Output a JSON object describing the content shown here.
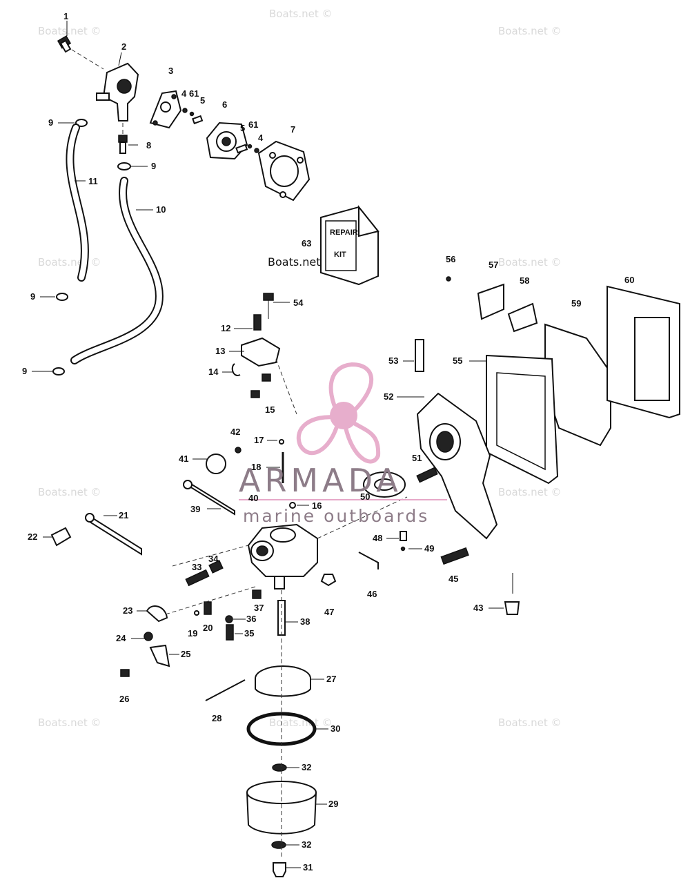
{
  "watermark_text": "Boats.net ©",
  "logo": {
    "brand": "ARMADA",
    "tagline": "marine outboards",
    "color": "#e6a8c8",
    "text_color": "#8d7c88"
  },
  "repair_kit": {
    "line1": "REPAIR",
    "line2": "KIT",
    "overlay": "Boats.net"
  },
  "callouts": [
    {
      "id": "1",
      "label": "1"
    },
    {
      "id": "2",
      "label": "2"
    },
    {
      "id": "3",
      "label": "3"
    },
    {
      "id": "4a",
      "label": "4"
    },
    {
      "id": "61a",
      "label": "61"
    },
    {
      "id": "5a",
      "label": "5"
    },
    {
      "id": "6",
      "label": "6"
    },
    {
      "id": "5b",
      "label": "5"
    },
    {
      "id": "61b",
      "label": "61"
    },
    {
      "id": "4b",
      "label": "4"
    },
    {
      "id": "7",
      "label": "7"
    },
    {
      "id": "8",
      "label": "8"
    },
    {
      "id": "9a",
      "label": "9"
    },
    {
      "id": "9b",
      "label": "9"
    },
    {
      "id": "11",
      "label": "11"
    },
    {
      "id": "10",
      "label": "10"
    },
    {
      "id": "63",
      "label": "63"
    },
    {
      "id": "9c",
      "label": "9"
    },
    {
      "id": "56",
      "label": "56"
    },
    {
      "id": "57",
      "label": "57"
    },
    {
      "id": "58",
      "label": "58"
    },
    {
      "id": "59",
      "label": "59"
    },
    {
      "id": "60",
      "label": "60"
    },
    {
      "id": "54",
      "label": "54"
    },
    {
      "id": "12",
      "label": "12"
    },
    {
      "id": "9d",
      "label": "9"
    },
    {
      "id": "13",
      "label": "13"
    },
    {
      "id": "53",
      "label": "53"
    },
    {
      "id": "55",
      "label": "55"
    },
    {
      "id": "14",
      "label": "14"
    },
    {
      "id": "52",
      "label": "52"
    },
    {
      "id": "15",
      "label": "15"
    },
    {
      "id": "42",
      "label": "42"
    },
    {
      "id": "17",
      "label": "17"
    },
    {
      "id": "41",
      "label": "41"
    },
    {
      "id": "18",
      "label": "18"
    },
    {
      "id": "51",
      "label": "51"
    },
    {
      "id": "40",
      "label": "40"
    },
    {
      "id": "50",
      "label": "50"
    },
    {
      "id": "39",
      "label": "39"
    },
    {
      "id": "16",
      "label": "16"
    },
    {
      "id": "21",
      "label": "21"
    },
    {
      "id": "22",
      "label": "22"
    },
    {
      "id": "48",
      "label": "48"
    },
    {
      "id": "49",
      "label": "49"
    },
    {
      "id": "34",
      "label": "34"
    },
    {
      "id": "33",
      "label": "33"
    },
    {
      "id": "45",
      "label": "45"
    },
    {
      "id": "46",
      "label": "46"
    },
    {
      "id": "47",
      "label": "47"
    },
    {
      "id": "37",
      "label": "37"
    },
    {
      "id": "23",
      "label": "23"
    },
    {
      "id": "43",
      "label": "43"
    },
    {
      "id": "36",
      "label": "36"
    },
    {
      "id": "19",
      "label": "19"
    },
    {
      "id": "20",
      "label": "20"
    },
    {
      "id": "38",
      "label": "38"
    },
    {
      "id": "24",
      "label": "24"
    },
    {
      "id": "35",
      "label": "35"
    },
    {
      "id": "25",
      "label": "25"
    },
    {
      "id": "27",
      "label": "27"
    },
    {
      "id": "26",
      "label": "26"
    },
    {
      "id": "28",
      "label": "28"
    },
    {
      "id": "30",
      "label": "30"
    },
    {
      "id": "32a",
      "label": "32"
    },
    {
      "id": "29",
      "label": "29"
    },
    {
      "id": "32b",
      "label": "32"
    },
    {
      "id": "31",
      "label": "31"
    }
  ]
}
